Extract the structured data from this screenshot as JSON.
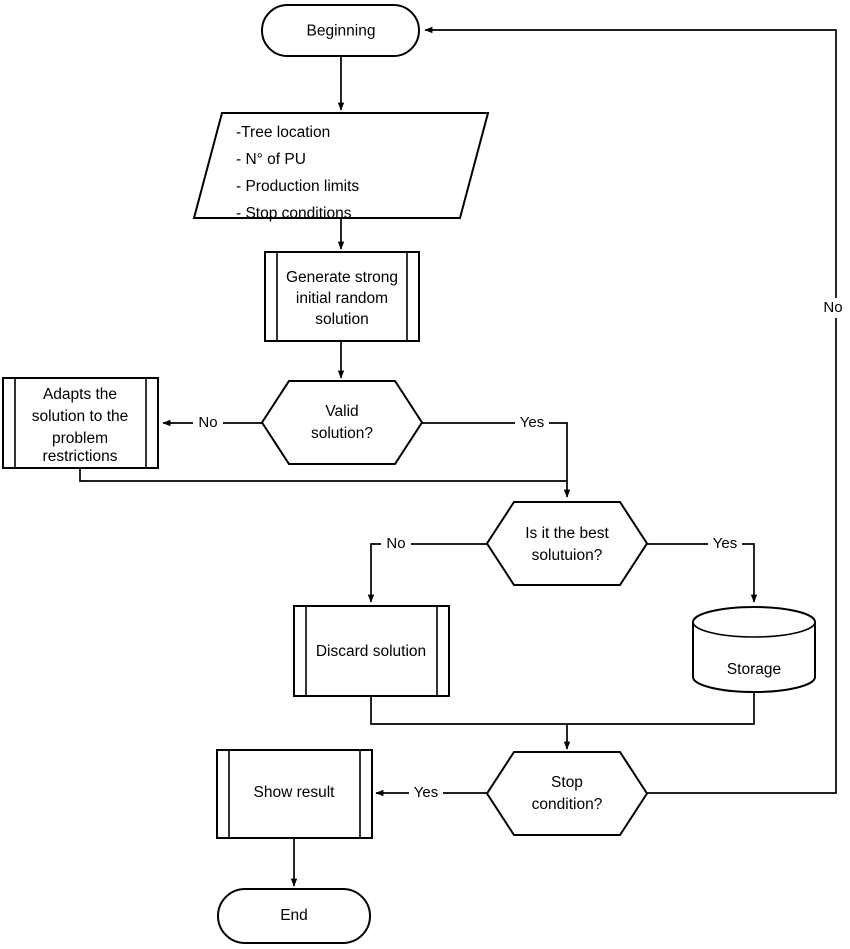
{
  "diagram": {
    "title": "Optimization algorithm flowchart",
    "type": "flowchart",
    "stroke_color": "#000000",
    "fill_color": "#ffffff",
    "background_color": "#ffffff"
  },
  "nodes": {
    "beginning": {
      "label": "Beginning",
      "shape": "terminator"
    },
    "inputs": {
      "shape": "parallelogram-input",
      "lines": [
        "-Tree location",
        "- N° of PU",
        "- Production limits",
        "- Stop conditions"
      ]
    },
    "generate": {
      "shape": "predefined-process",
      "lines": [
        "Generate strong",
        "initial random",
        "solution"
      ]
    },
    "valid_decision": {
      "shape": "hexagon-decision",
      "lines": [
        "Valid",
        "solution?"
      ]
    },
    "adapts": {
      "shape": "predefined-process",
      "lines": [
        "Adapts the",
        "solution to the",
        "problem",
        "restrictions"
      ]
    },
    "best_decision": {
      "shape": "hexagon-decision",
      "lines": [
        "Is it the best",
        "solutuion?"
      ]
    },
    "discard": {
      "shape": "predefined-process",
      "lines": [
        "Discard solution"
      ]
    },
    "storage": {
      "shape": "cylinder-database",
      "lines": [
        "Storage"
      ]
    },
    "stop_decision": {
      "shape": "hexagon-decision",
      "lines": [
        "Stop",
        "condition?"
      ]
    },
    "show_result": {
      "shape": "predefined-process",
      "lines": [
        "Show result"
      ]
    },
    "end": {
      "label": "End",
      "shape": "terminator"
    }
  },
  "edge_labels": {
    "valid_no": "No",
    "valid_yes": "Yes",
    "best_no": "No",
    "best_yes": "Yes",
    "stop_yes": "Yes",
    "stop_no": "No"
  }
}
